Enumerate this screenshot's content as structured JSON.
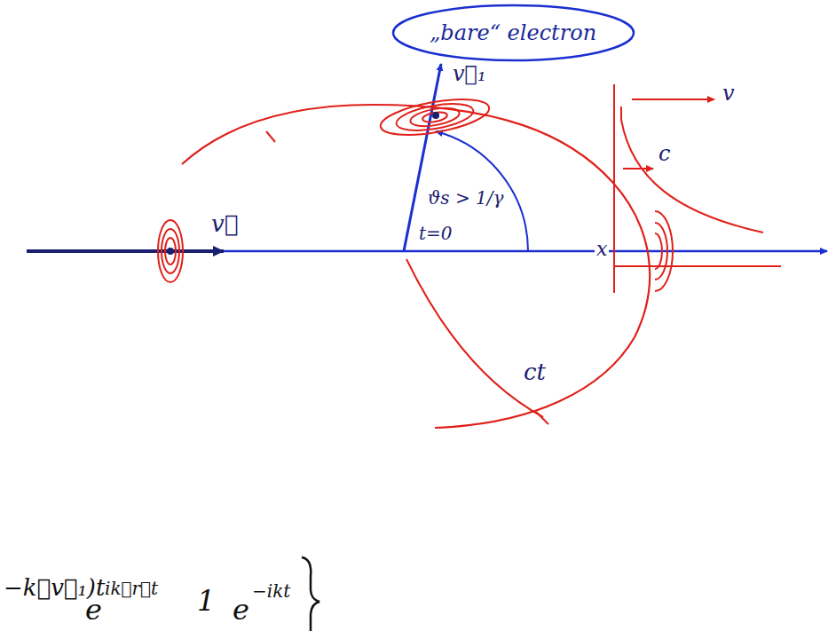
{
  "diagram": {
    "nodes": [
      {
        "text": [
          "„bare“ electron"
        ]
      }
    ],
    "labels": [
      "v⃗",
      "v⃗₁",
      "ϑs > 1/γ",
      "t=0",
      "ct",
      "x",
      "v",
      "c",
      "−k⃗v⃗₁)t",
      "e",
      "ik⃗r⃗t",
      "1",
      "e",
      "−ikt"
    ]
  }
}
